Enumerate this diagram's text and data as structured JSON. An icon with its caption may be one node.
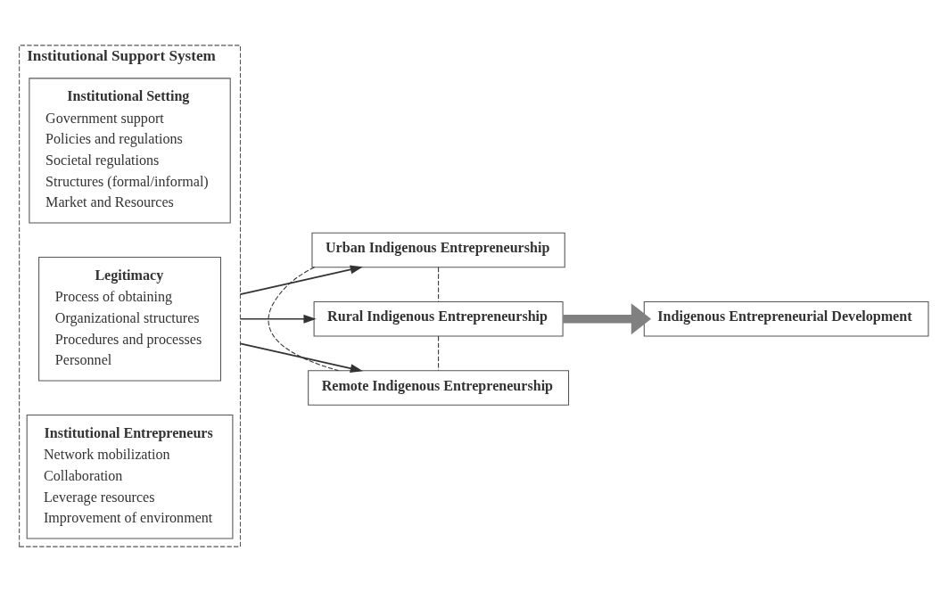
{
  "diagram": {
    "nodes": [
      {
        "text": [
          "Institutional Support System"
        ]
      },
      {
        "text": [
          "Institutional Setting",
          "Government support",
          "Policies and regulations",
          "Societal regulations",
          "Structures (formal/informal)",
          "Market and Resources"
        ],
        "in": 0
      },
      {
        "text": [
          "Legitimacy",
          "Process of obtaining",
          "Organizational structures",
          "Procedures and processes",
          "Personnel"
        ],
        "in": 0
      },
      {
        "text": [
          "Institutional Entrepreneurs",
          "Network mobilization",
          "Collaboration",
          "Leverage resources",
          "Improvement of environment"
        ],
        "in": 0
      },
      {
        "text": [
          "Urban Indigenous Entrepreneurship"
        ]
      },
      {
        "text": [
          "Rural Indigenous Entrepreneurship"
        ]
      },
      {
        "text": [
          "Remote Indigenous Entrepreneurship"
        ]
      },
      {
        "text": [
          "Indigenous Entrepreneurial Development"
        ]
      }
    ],
    "edges": [
      {
        "from": 0,
        "to": 4,
        "arrow": "to"
      },
      {
        "from": 0,
        "to": 5,
        "arrow": "to"
      },
      {
        "from": 0,
        "to": 6,
        "arrow": "to"
      },
      {
        "from": 4,
        "to": 5,
        "arrow": "none",
        "style": "dashed"
      },
      {
        "from": 5,
        "to": 6,
        "arrow": "none",
        "style": "dashed"
      },
      {
        "from": 4,
        "to": 6,
        "arrow": "none",
        "style": "dashed"
      },
      {
        "from": 5,
        "to": 7,
        "arrow": "to",
        "style": "thick",
        "color": "#808080"
      }
    ]
  }
}
